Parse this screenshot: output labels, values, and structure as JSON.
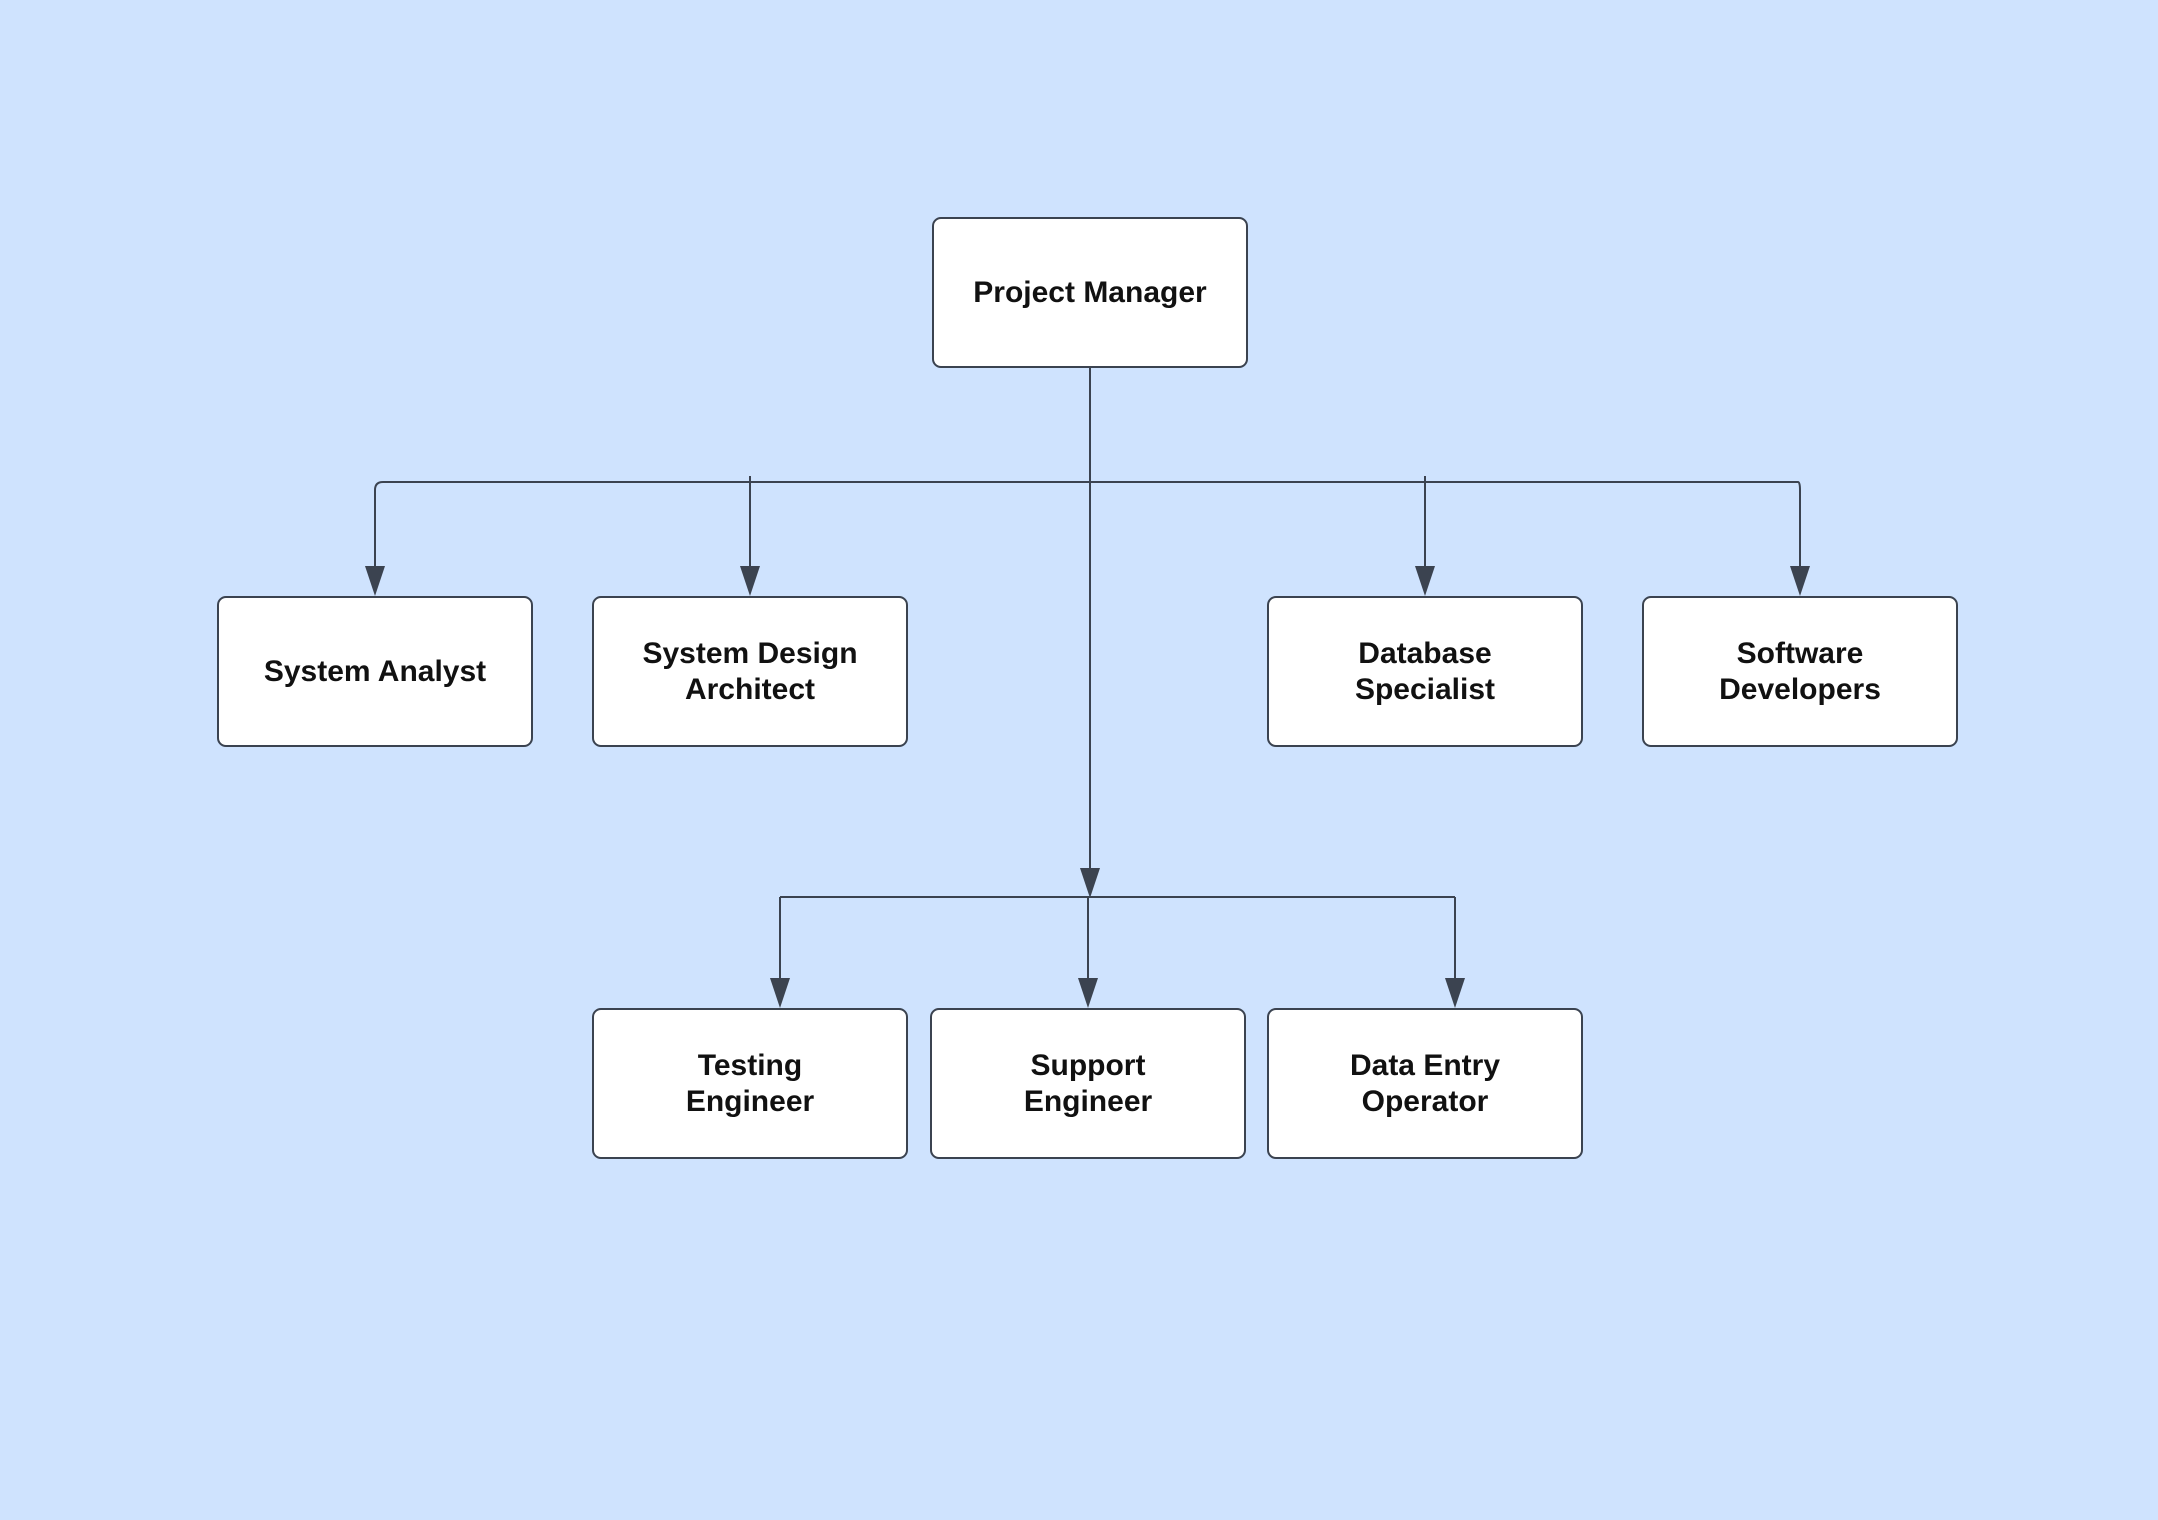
{
  "diagram": {
    "nodes": [
      {
        "id": "pm",
        "lines": [
          "Project Manager"
        ]
      },
      {
        "id": "sa",
        "lines": [
          "System Analyst"
        ]
      },
      {
        "id": "sda",
        "lines": [
          "System Design",
          "Architect"
        ]
      },
      {
        "id": "ds",
        "lines": [
          "Database",
          "Specialist"
        ]
      },
      {
        "id": "sd",
        "lines": [
          "Software",
          "Developers"
        ]
      },
      {
        "id": "te",
        "lines": [
          "Testing",
          "Engineer"
        ]
      },
      {
        "id": "se",
        "lines": [
          "Support",
          "Engineer"
        ]
      },
      {
        "id": "deo",
        "lines": [
          "Data Entry",
          "Operator"
        ]
      }
    ],
    "edges": [
      {
        "from": "pm",
        "to": "sa"
      },
      {
        "from": "pm",
        "to": "sda"
      },
      {
        "from": "pm",
        "to": "ds"
      },
      {
        "from": "pm",
        "to": "sd"
      },
      {
        "from": "pm",
        "to": "te"
      },
      {
        "from": "pm",
        "to": "se"
      },
      {
        "from": "pm",
        "to": "deo"
      }
    ],
    "colors": {
      "background": "#cfe3fe",
      "node_fill": "#ffffff",
      "node_border": "#3b4350",
      "connector": "#3b4350",
      "text": "#111111"
    }
  }
}
